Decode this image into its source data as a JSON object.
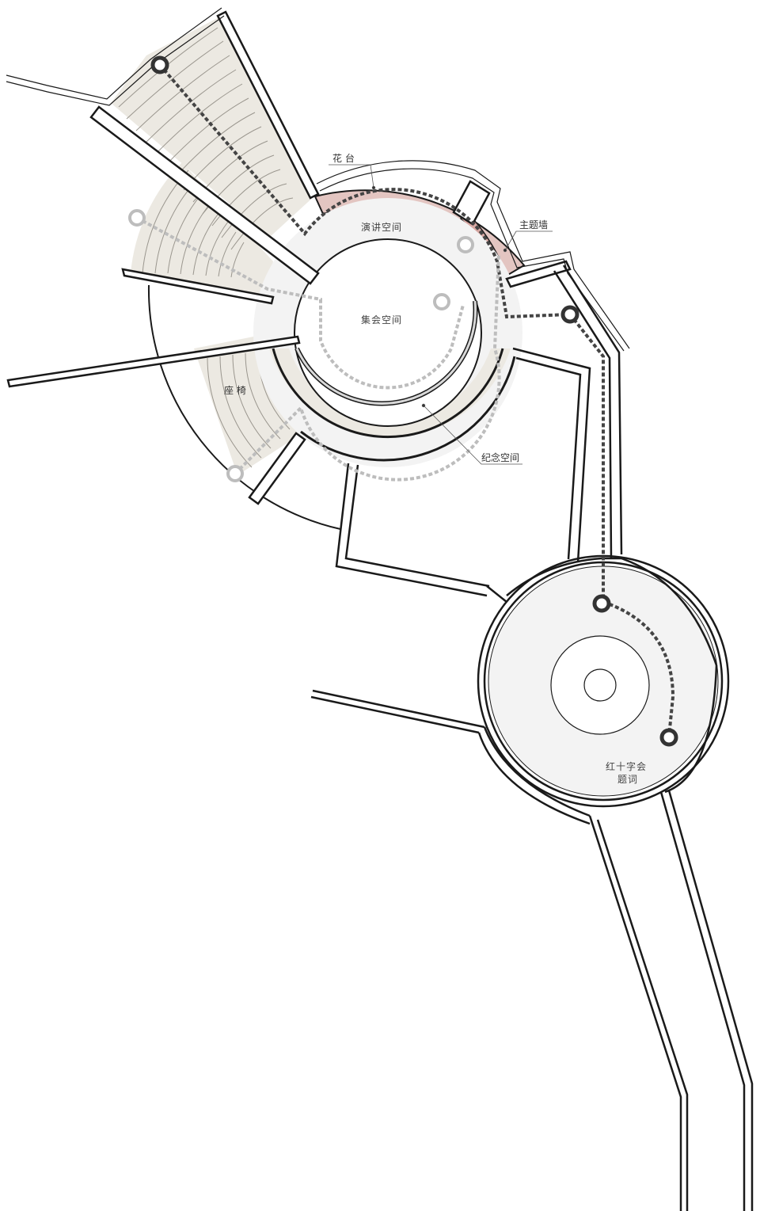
{
  "colors": {
    "wall": "#1a1a1a",
    "floor": "#f2f2f2",
    "seating": "#ece9e2",
    "planter": "#e3c5c1",
    "path_dark": "#444444",
    "path_light": "#bdbdbd",
    "leader": "#555555"
  },
  "labels": {
    "planter": "花 台",
    "theme_wall": "主题墙",
    "lecture_space": "演讲空间",
    "assembly_space": "集会空间",
    "seats": "座 椅",
    "memorial_space": "纪念空间",
    "red_cross_line1": "红十字会",
    "red_cross_line2": "题词"
  }
}
